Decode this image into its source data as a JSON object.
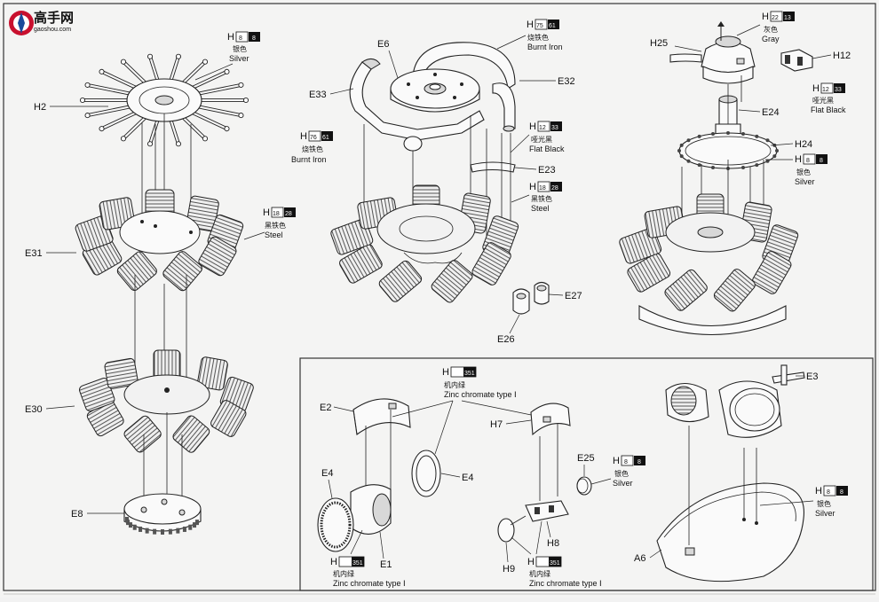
{
  "watermark": {
    "text": "高手网",
    "sub": "gaoshou.com"
  },
  "top": {
    "H2": "H2",
    "E31": "E31",
    "E30": "E30",
    "E8": "E8",
    "paint_h8_top": {
      "ref": "H",
      "num1": "8",
      "num2": "8",
      "cn": "银色",
      "en": "Silver"
    },
    "paint_h18_a": {
      "ref": "H",
      "num1": "18",
      "num2": "28",
      "cn": "黑铁色",
      "en": "Steel"
    },
    "E6": "E6",
    "E33": "E33",
    "E32": "E32",
    "E23": "E23",
    "E27": "E27",
    "E26": "E26",
    "paint_h75": {
      "ref": "H",
      "num1": "75",
      "num2": "61",
      "cn": "烧铁色",
      "en": "Burnt Iron"
    },
    "paint_h76": {
      "ref": "H",
      "num1": "76",
      "num2": "61",
      "cn": "烧铁色",
      "en": "Burnt Iron"
    },
    "paint_h12_a": {
      "ref": "H",
      "num1": "12",
      "num2": "33",
      "cn": "哑光黑",
      "en": "Flat  Black"
    },
    "paint_h18_b": {
      "ref": "H",
      "num1": "18",
      "num2": "28",
      "cn": "黑铁色",
      "en": "Steel"
    },
    "H25": "H25",
    "H12": "H12",
    "E24": "E24",
    "H24": "H24",
    "paint_h22": {
      "ref": "H",
      "num1": "22",
      "num2": "13",
      "cn": "灰色",
      "en": "Gray"
    },
    "paint_h12_b": {
      "ref": "H",
      "num1": "12",
      "num2": "33",
      "cn": "哑光黑",
      "en": "Flat  Black"
    },
    "paint_h8_right": {
      "ref": "H",
      "num1": "8",
      "num2": "8",
      "cn": "银色",
      "en": "Silver"
    }
  },
  "bottom": {
    "E2": "E2",
    "E4a": "E4",
    "E4b": "E4",
    "E1": "E1",
    "H7": "H7",
    "E25": "E25",
    "H8": "H8",
    "H9": "H9",
    "E3": "E3",
    "A6": "A6",
    "paint_h351_top": {
      "ref": "H",
      "num1": "351",
      "cn": "机内绿",
      "en": "Zinc chromate type Ⅰ"
    },
    "paint_h351_left": {
      "ref": "H",
      "num1": "351",
      "cn": "机内绿",
      "en": "Zinc chromate type Ⅰ"
    },
    "paint_h351_mid": {
      "ref": "H",
      "num1": "351",
      "cn": "机内绿",
      "en": "Zinc chromate type Ⅰ"
    },
    "paint_h8_mid": {
      "ref": "H",
      "num1": "8",
      "num2": "8",
      "cn": "银色",
      "en": "Silver"
    },
    "paint_h8_right": {
      "ref": "H",
      "num1": "8",
      "num2": "8",
      "cn": "银色",
      "en": "Silver"
    }
  }
}
